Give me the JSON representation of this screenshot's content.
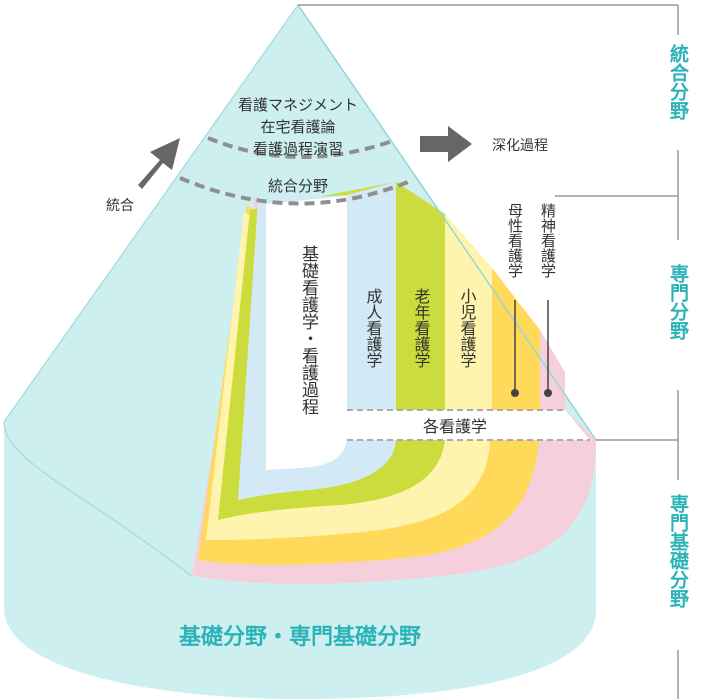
{
  "diagram": {
    "top_items": [
      "看護マネジメント",
      "在宅看護論",
      "看護過程演習"
    ],
    "integrated_band": "統合分野",
    "arrow_left_label": "統合",
    "arrow_right_label": "深化過程",
    "basic_nursing": "基礎看護学・看護過程",
    "strips": [
      "成人看護学",
      "老年看護学",
      "小児看護学",
      "母性看護学",
      "精神看護学"
    ],
    "each_nursing": "各看護学",
    "base_label": "基礎分野・専門基礎分野",
    "side_labels": [
      "統合分野",
      "専門分野",
      "専門基礎分野"
    ]
  },
  "colors": {
    "cone": "#cdeff0",
    "teal_text": "#2bb3b8",
    "adult": "#d3e9f5",
    "elderly": "#cbdc3c",
    "child": "#fff4ad",
    "maternal": "#ffd95a",
    "psych": "#f6cfdc",
    "arrow": "#666666"
  }
}
